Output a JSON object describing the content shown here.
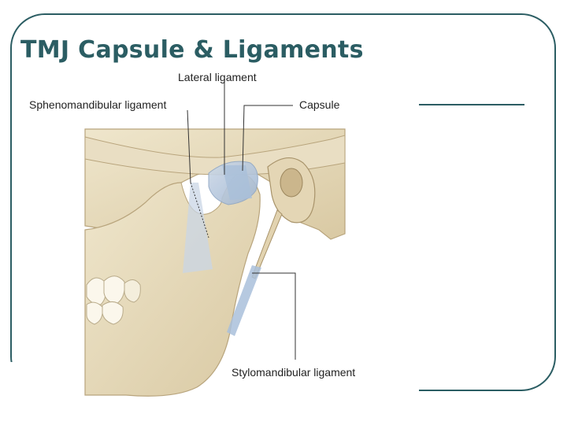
{
  "slide": {
    "title": "TMJ Capsule & Ligaments"
  },
  "figure": {
    "labels": {
      "lateral": "Lateral ligament",
      "sphenomandibular": "Sphenomandibular ligament",
      "capsule": "Capsule",
      "stylomandibular": "Stylomandibular ligament"
    }
  },
  "colors": {
    "accent": "#2b5d63",
    "bone": "#e7dcc0",
    "bone_shadow": "#c9b58e",
    "ligament": "#b9cbe0"
  }
}
